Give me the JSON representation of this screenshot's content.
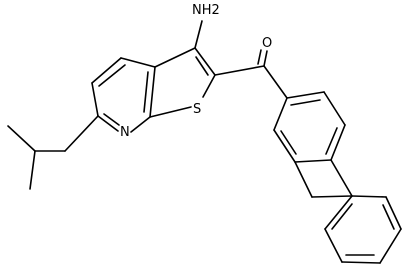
{
  "molecule": {
    "atom_labels": {
      "amine": "NH2",
      "carbonyl_oxygen": "O",
      "ring_nitrogen": "N",
      "ring_sulfur": "S"
    },
    "colors": {
      "bond": "#000000",
      "text": "#000000",
      "background": "#ffffff"
    }
  }
}
